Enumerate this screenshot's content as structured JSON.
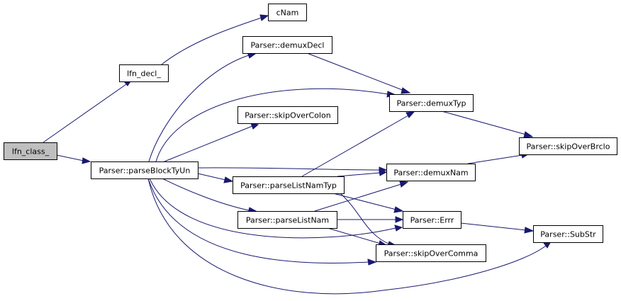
{
  "graph": {
    "nodes": [
      {
        "id": "lfn_class",
        "label": "lfn_class_",
        "root": true
      },
      {
        "id": "lfn_decl",
        "label": "lfn_decl_"
      },
      {
        "id": "cNam",
        "label": "cNam"
      },
      {
        "id": "parseBlockTyUn",
        "label": "Parser::parseBlockTyUn"
      },
      {
        "id": "demuxDecl",
        "label": "Parser::demuxDecl"
      },
      {
        "id": "skipOverColon",
        "label": "Parser::skipOverColon"
      },
      {
        "id": "parseListNamTyp",
        "label": "Parser::parseListNamTyp"
      },
      {
        "id": "parseListNam",
        "label": "Parser::parseListNam"
      },
      {
        "id": "demuxTyp",
        "label": "Parser::demuxTyp"
      },
      {
        "id": "demuxNam",
        "label": "Parser::demuxNam"
      },
      {
        "id": "Errr",
        "label": "Parser::Errr"
      },
      {
        "id": "skipOverComma",
        "label": "Parser::skipOverComma"
      },
      {
        "id": "skipOverBrclo",
        "label": "Parser::skipOverBrclo"
      },
      {
        "id": "SubStr",
        "label": "Parser::SubStr"
      }
    ],
    "edges": [
      {
        "from": "lfn_class",
        "to": "lfn_decl"
      },
      {
        "from": "lfn_class",
        "to": "parseBlockTyUn"
      },
      {
        "from": "lfn_decl",
        "to": "cNam"
      },
      {
        "from": "parseBlockTyUn",
        "to": "demuxDecl"
      },
      {
        "from": "parseBlockTyUn",
        "to": "demuxTyp"
      },
      {
        "from": "parseBlockTyUn",
        "to": "skipOverColon"
      },
      {
        "from": "parseBlockTyUn",
        "to": "demuxNam"
      },
      {
        "from": "parseBlockTyUn",
        "to": "parseListNamTyp"
      },
      {
        "from": "parseBlockTyUn",
        "to": "parseListNam"
      },
      {
        "from": "parseBlockTyUn",
        "to": "Errr"
      },
      {
        "from": "parseBlockTyUn",
        "to": "skipOverComma"
      },
      {
        "from": "parseBlockTyUn",
        "to": "SubStr"
      },
      {
        "from": "demuxDecl",
        "to": "demuxTyp"
      },
      {
        "from": "demuxTyp",
        "to": "skipOverBrclo"
      },
      {
        "from": "demuxNam",
        "to": "skipOverBrclo"
      },
      {
        "from": "parseListNamTyp",
        "to": "demuxTyp"
      },
      {
        "from": "parseListNamTyp",
        "to": "demuxNam"
      },
      {
        "from": "parseListNamTyp",
        "to": "Errr"
      },
      {
        "from": "parseListNamTyp",
        "to": "skipOverComma"
      },
      {
        "from": "parseListNam",
        "to": "demuxNam"
      },
      {
        "from": "parseListNam",
        "to": "Errr"
      },
      {
        "from": "parseListNam",
        "to": "skipOverComma"
      },
      {
        "from": "Errr",
        "to": "SubStr"
      }
    ],
    "colors": {
      "edge": "#191970",
      "root_fill": "#bfbfbf",
      "node_fill": "#ffffff",
      "node_stroke": "#000000"
    }
  }
}
